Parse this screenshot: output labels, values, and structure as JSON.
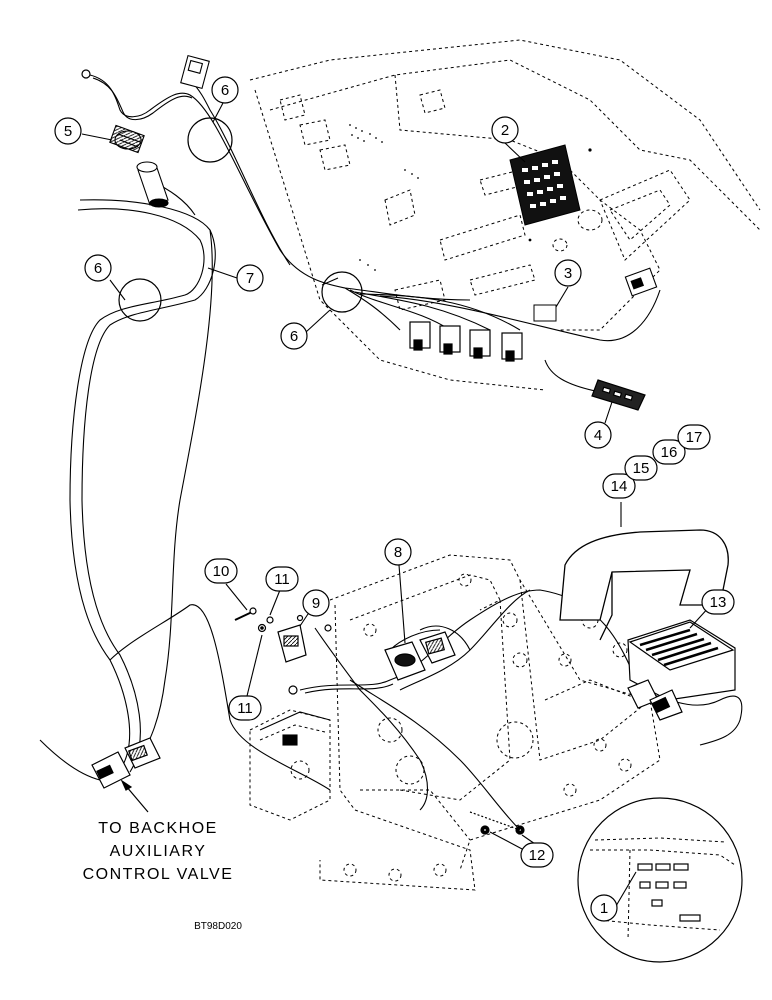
{
  "diagram": {
    "callouts": {
      "c1": "1",
      "c2": "2",
      "c3": "3",
      "c4": "4",
      "c5": "5",
      "c6a": "6",
      "c6b": "6",
      "c6c": "6",
      "c7": "7",
      "c8": "8",
      "c9": "9",
      "c10": "10",
      "c11a": "11",
      "c11b": "11",
      "c12": "12",
      "c13": "13",
      "c14": "14",
      "c15": "15",
      "c16": "16",
      "c17": "17"
    },
    "caption_lines": [
      "TO BACKHOE",
      "AUXILIARY",
      "CONTROL VALVE"
    ],
    "figure_code": "BT98D020"
  }
}
